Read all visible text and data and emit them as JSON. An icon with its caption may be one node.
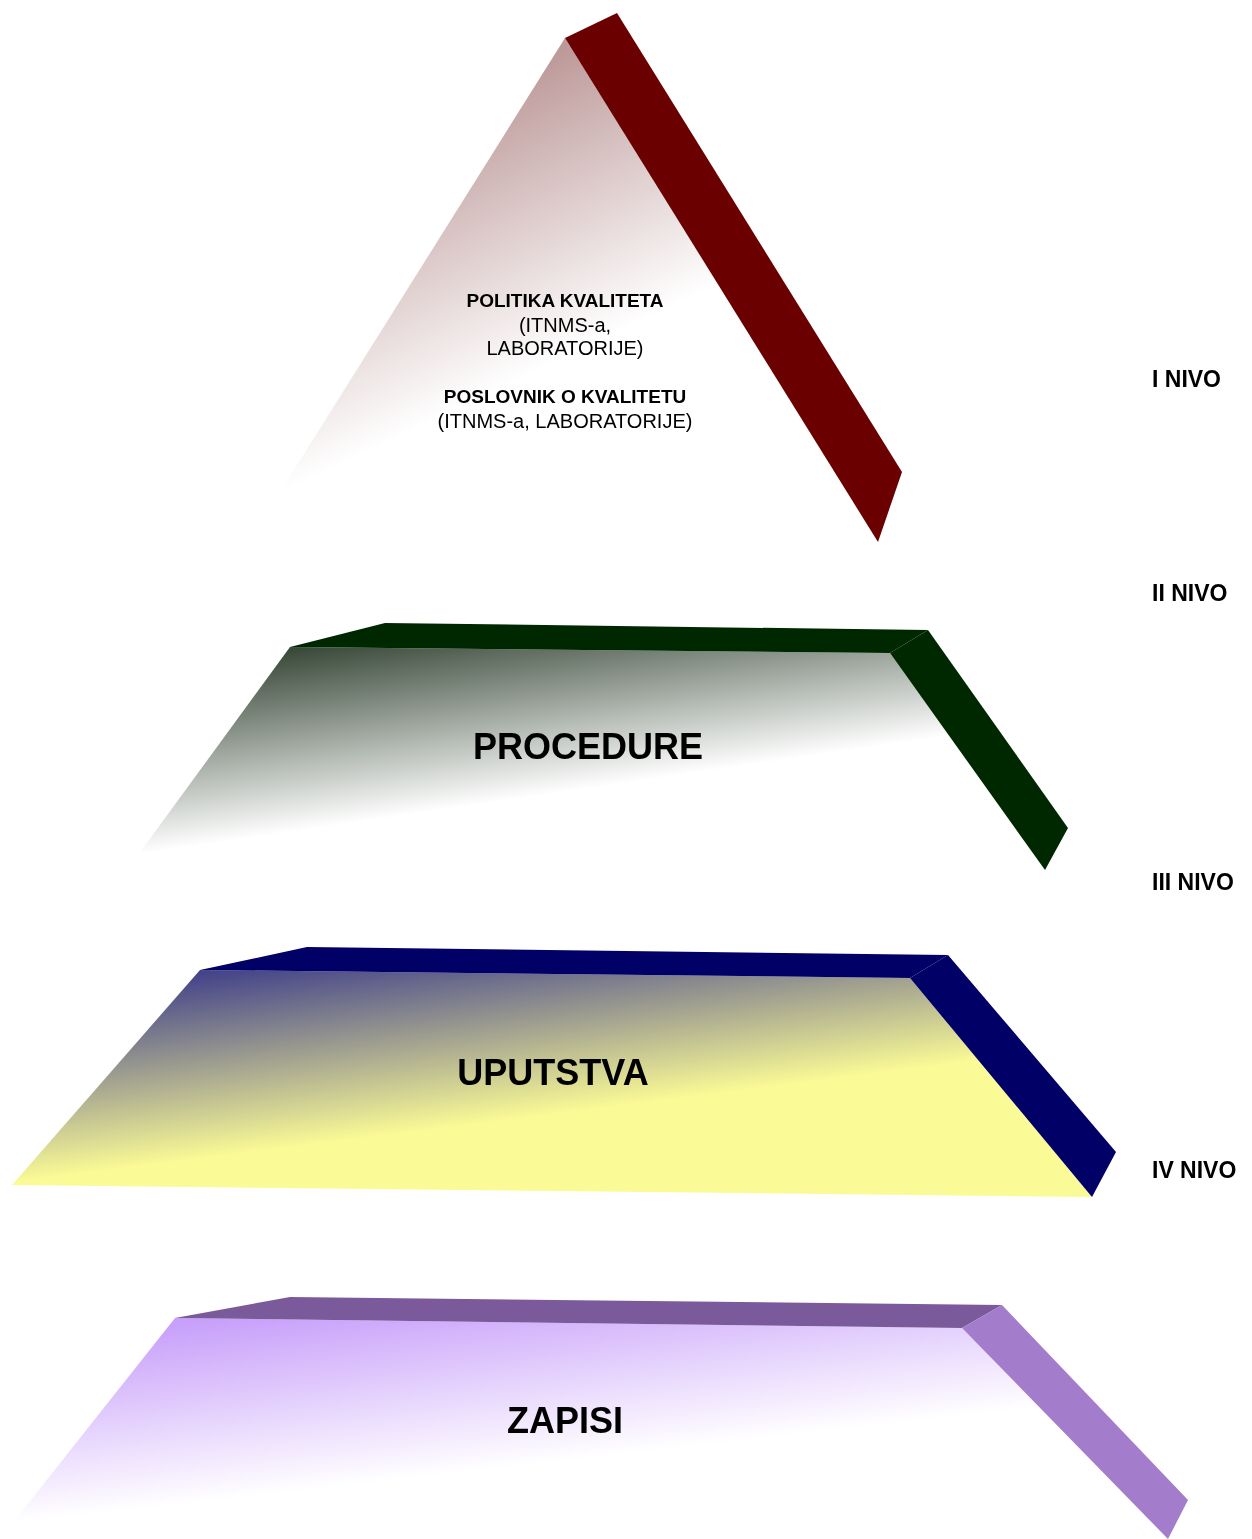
{
  "diagram": {
    "nodes": [
      {
        "text": [
          "POLITIKA KVALITETA",
          "(ITNMS-a, LABORATORIJE)",
          "POSLOVNIK O KVALITETU",
          "(ITNMS-a, LABORATORIJE)"
        ]
      },
      {
        "text": [
          "PROCEDURE"
        ]
      },
      {
        "text": [
          "UPUTSTVA"
        ]
      },
      {
        "text": [
          "ZAPISI"
        ]
      }
    ],
    "edges": [],
    "labels": [
      "I NIVO",
      "II NIVO",
      "III NIVO",
      "IV NIVO"
    ]
  }
}
